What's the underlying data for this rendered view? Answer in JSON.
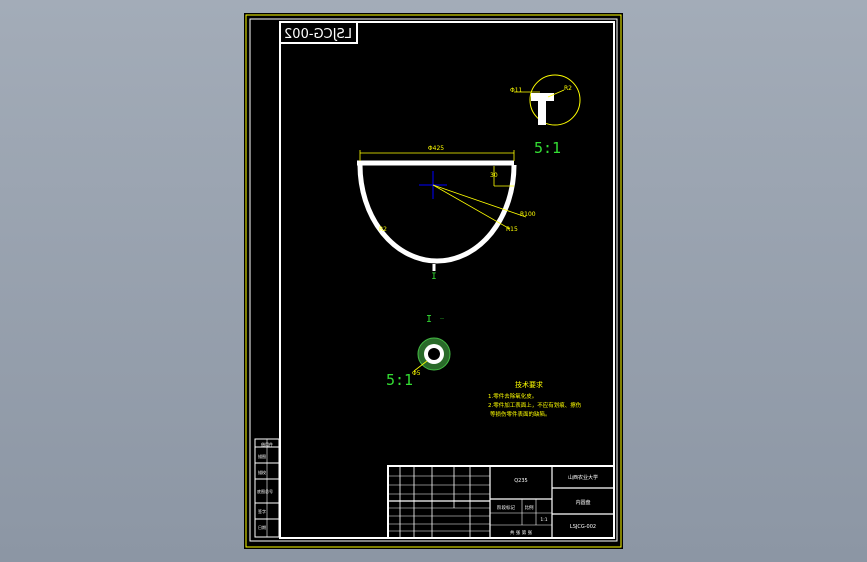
{
  "drawing": {
    "code_mirrored": "LSJCG-002",
    "scale_detail_top": "5:1",
    "scale_detail_bottom": "5:1",
    "section_mark": "I",
    "section_view_label": "I",
    "dim_width": "Φ425",
    "dim_height": "30",
    "dim_r_left": "R2",
    "dim_r_right1": "R100",
    "dim_r_right2": "R15",
    "dim_detail_a": "Φ11",
    "dim_detail_b": "R2",
    "dim_ring": "Φ5",
    "tech_title": "技术要求",
    "tech_line1": "1.零件去除氧化皮。",
    "tech_line2": "2.零件加工表面上，不应有划痕、擦伤",
    "tech_line3": "等损伤零件表面的缺陷。"
  },
  "title_block": {
    "material": "Q235",
    "company": "山西农业大学",
    "part_name": "内圆盘",
    "drawing_no": "LSJCG-002",
    "scale_label": "比例",
    "scale_value": "1:1",
    "stage": "阶段标记",
    "sheet": "共 张 第 张"
  },
  "left_strip": [
    "借用件",
    "描图",
    "描校",
    "底图总号",
    "签字",
    "日期"
  ]
}
